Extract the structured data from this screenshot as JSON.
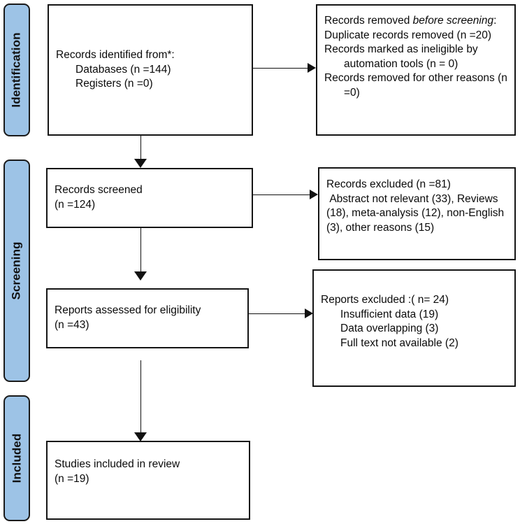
{
  "diagram": {
    "type": "PRISMA flow diagram",
    "accent_color": "#9DC3E6",
    "border_color": "#151515",
    "phases": [
      {
        "id": "identification",
        "label": "Identification"
      },
      {
        "id": "screening",
        "label": "Screening"
      },
      {
        "id": "included",
        "label": "Included"
      }
    ],
    "boxes": {
      "identified": {
        "lines": [
          "Records identified from*:",
          "Databases (n =144)",
          "Registers (n =0)"
        ]
      },
      "removed_before_screening": {
        "heading_prefix": "Records removed ",
        "heading_italic": "before screening",
        "heading_suffix": ":",
        "lines": [
          "Duplicate records removed (n =20)",
          "Records marked as ineligible by automation tools (n = 0)",
          "Records removed for other reasons (n =0)"
        ]
      },
      "records_screened": {
        "lines": [
          "Records screened",
          "(n =124)"
        ]
      },
      "records_excluded": {
        "lines": [
          "Records excluded (n =81)",
          " Abstract not relevant (33), Reviews (18), meta-analysis (12), non-English (3), other reasons (15)"
        ]
      },
      "reports_assessed": {
        "lines": [
          "Reports assessed for eligibility",
          "(n =43)"
        ]
      },
      "reports_excluded": {
        "lines": [
          "Reports excluded :( n= 24)",
          "Insufficient data (19)",
          "Data overlapping (3)",
          "Full text not available (2)"
        ]
      },
      "studies_included": {
        "lines": [
          "Studies included in review",
          "(n =19)"
        ]
      }
    },
    "counts": {
      "databases": 144,
      "registers": 0,
      "duplicates_removed": 20,
      "ineligible_by_automation": 0,
      "removed_other_reasons": 0,
      "records_screened": 124,
      "records_excluded": 81,
      "abstract_not_relevant": 33,
      "reviews": 18,
      "meta_analysis": 12,
      "non_english": 3,
      "other_reasons": 15,
      "reports_assessed": 43,
      "reports_excluded": 24,
      "insufficient_data": 19,
      "data_overlapping": 3,
      "full_text_not_available": 2,
      "studies_included": 19
    }
  }
}
